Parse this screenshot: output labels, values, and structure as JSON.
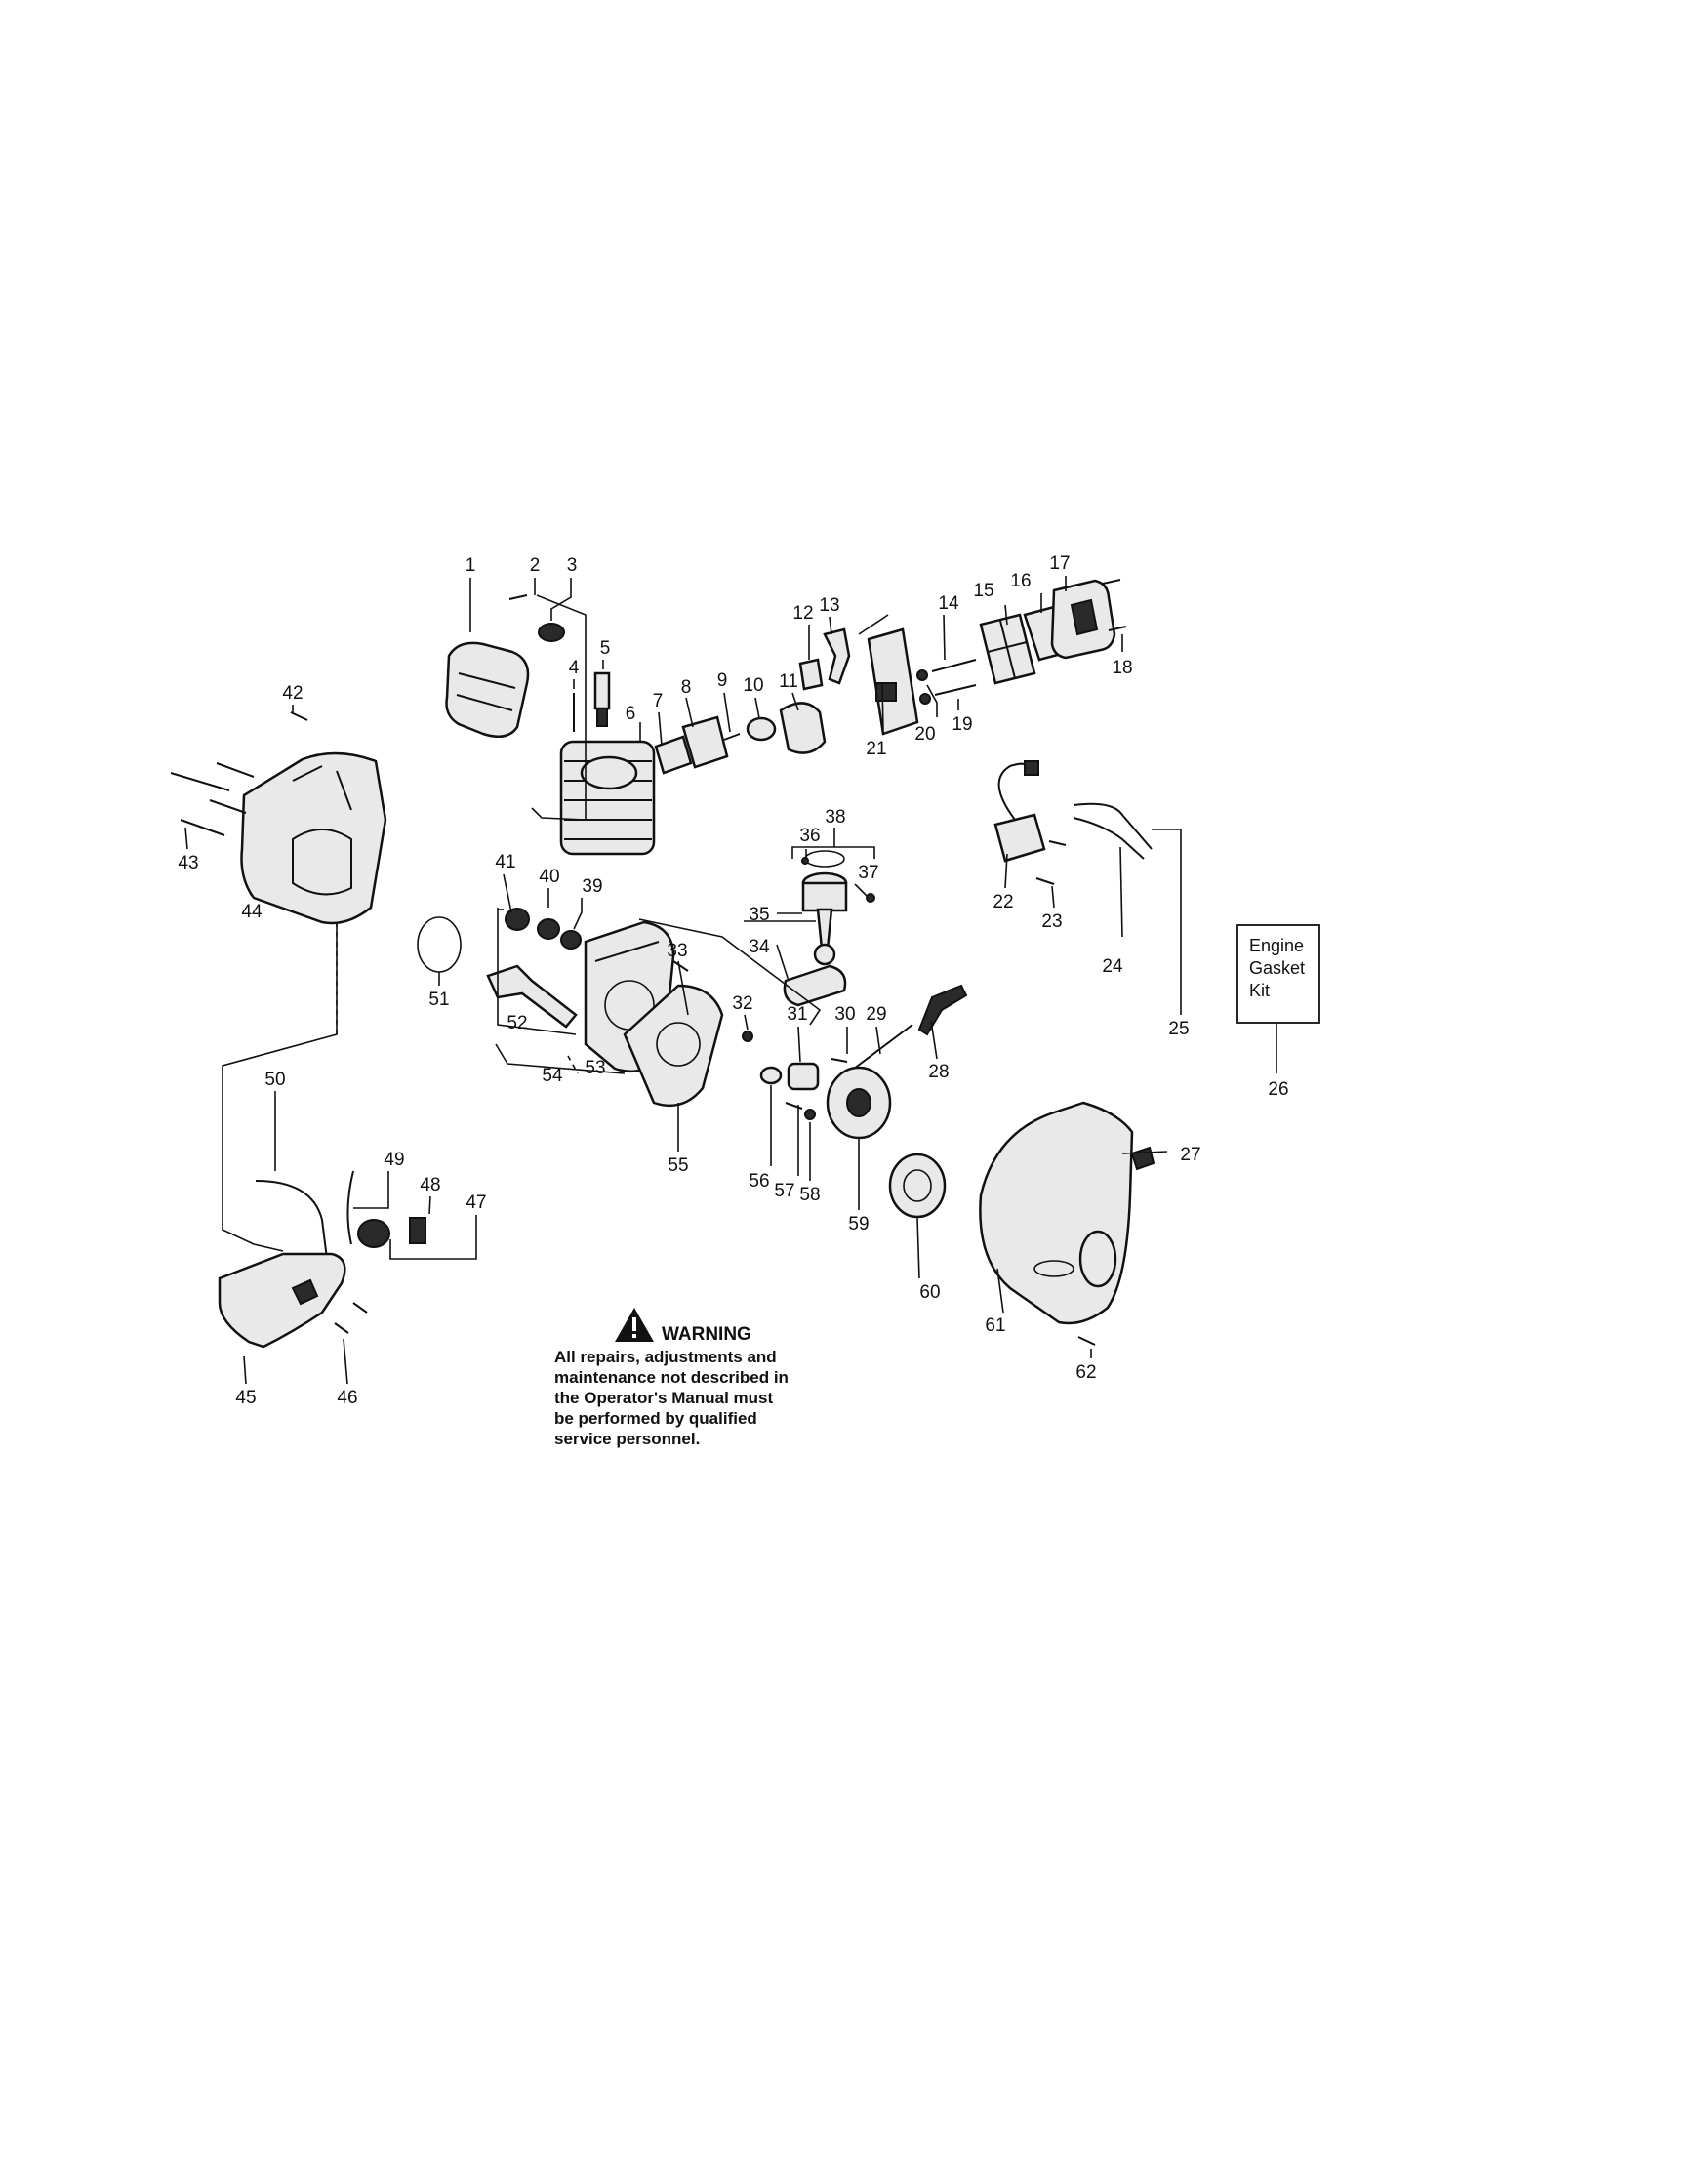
{
  "callouts": [
    "1",
    "2",
    "3",
    "4",
    "5",
    "6",
    "7",
    "8",
    "9",
    "10",
    "11",
    "12",
    "13",
    "14",
    "15",
    "16",
    "17",
    "18",
    "19",
    "20",
    "21",
    "22",
    "23",
    "24",
    "25",
    "26",
    "27",
    "28",
    "29",
    "30",
    "31",
    "32",
    "33",
    "34",
    "35",
    "36",
    "37",
    "38",
    "39",
    "40",
    "41",
    "42",
    "43",
    "44",
    "45",
    "46",
    "47",
    "48",
    "49",
    "50",
    "51",
    "52",
    "53",
    "54",
    "55",
    "56",
    "57",
    "58",
    "59",
    "60",
    "61",
    "62"
  ],
  "kit": {
    "lines": [
      "Engine",
      "Gasket",
      "Kit"
    ]
  },
  "warning": {
    "title": "WARNING",
    "lines": [
      "All repairs, adjustments and",
      "maintenance not described in",
      "the Operator's Manual must",
      "be performed by qualified",
      "service personnel."
    ]
  }
}
